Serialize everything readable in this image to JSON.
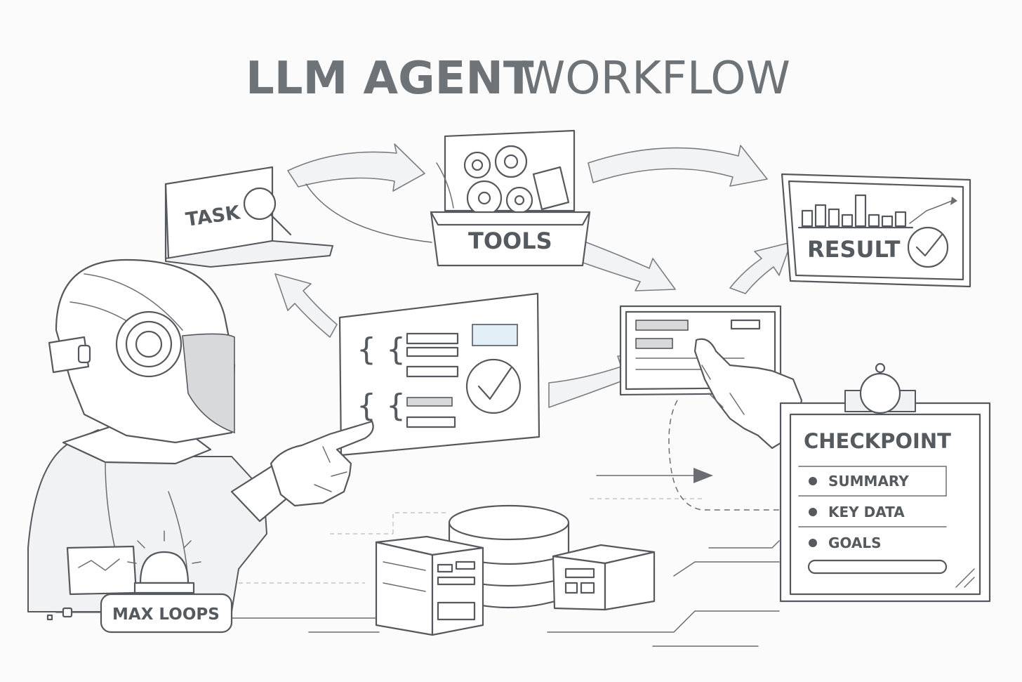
{
  "title": {
    "bold": "LLM AGENT",
    "light": "WORKFLOW"
  },
  "nodes": {
    "task": "TASK",
    "tools": "TOOLS",
    "result": "RESULT",
    "max_loops": "MAX LOOPS"
  },
  "checkpoint": {
    "title": "CHECKPOINT",
    "items": [
      "SUMMARY",
      "KEY DATA",
      "GOALS"
    ]
  },
  "code_panel": {
    "braces": [
      "{ {",
      "{ {"
    ]
  },
  "icons": [
    "magnifier-icon",
    "gears-icon",
    "bar-chart-icon",
    "checkmark-icon",
    "robot-agent",
    "database-icon",
    "alarm-light-icon"
  ]
}
